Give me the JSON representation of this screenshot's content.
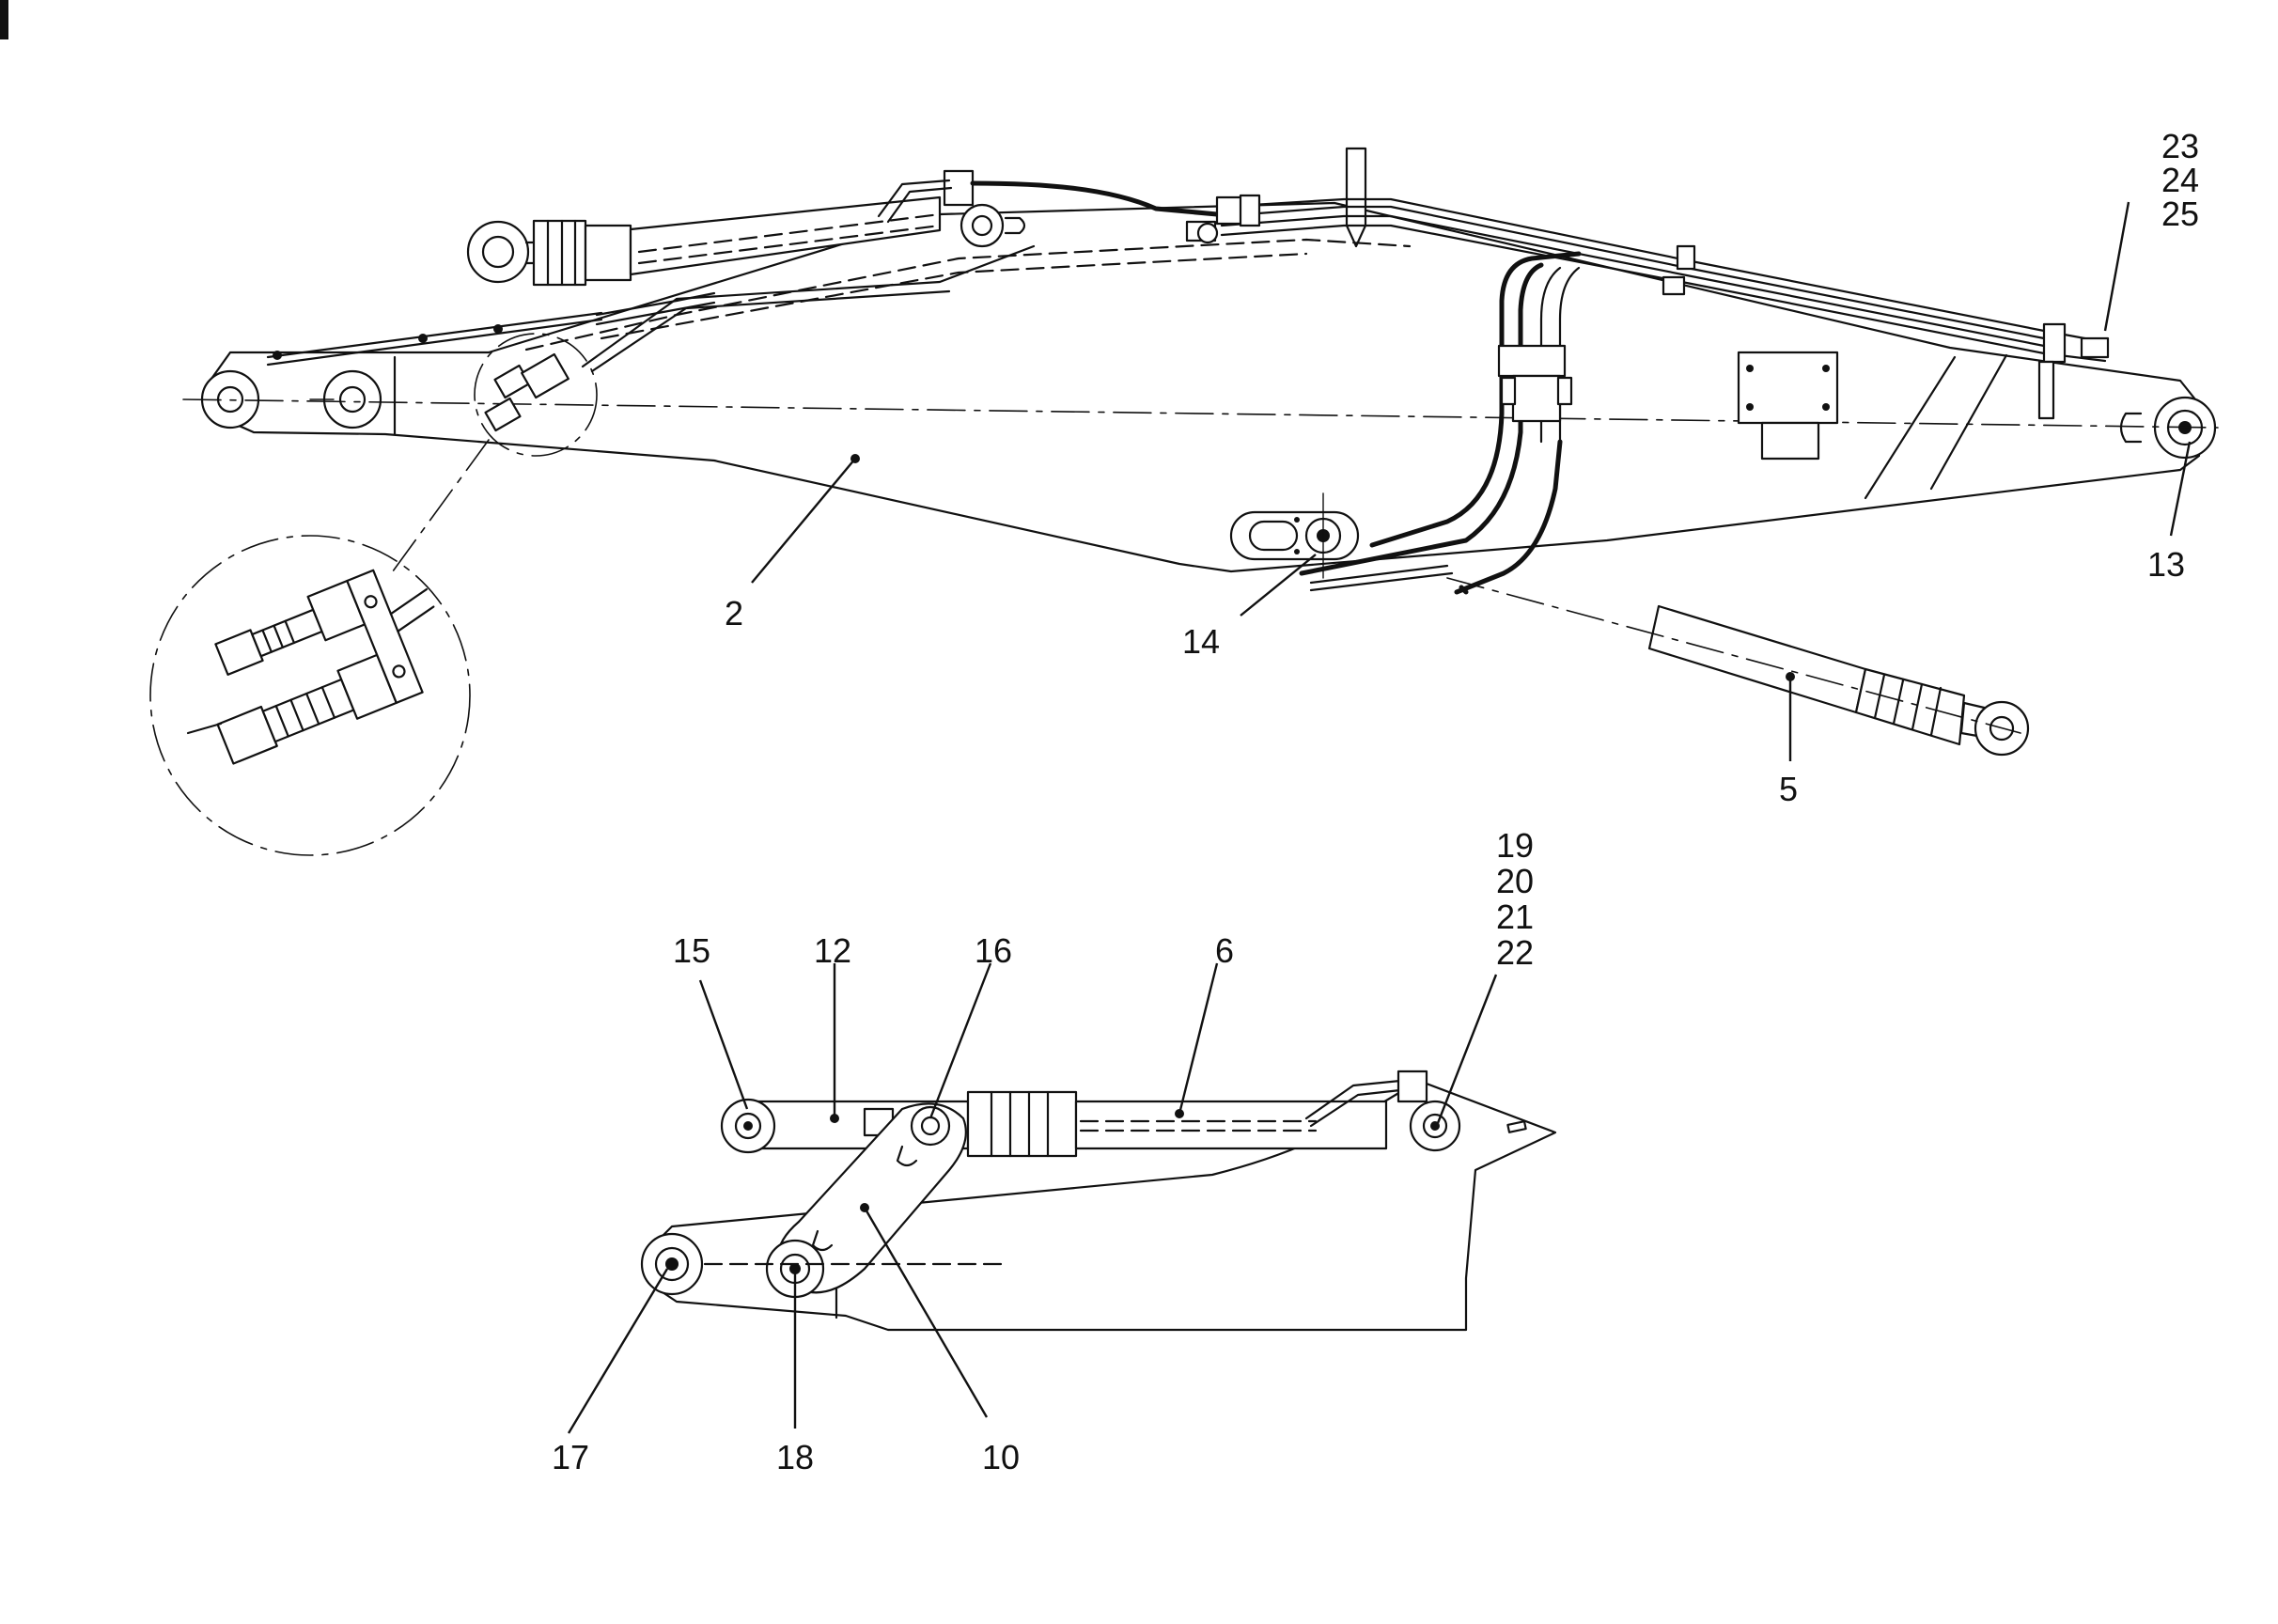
{
  "callouts": {
    "c2": "2",
    "c5": "5",
    "c6": "6",
    "c10": "10",
    "c12": "12",
    "c13": "13",
    "c14": "14",
    "c15": "15",
    "c16": "16",
    "c17": "17",
    "c18": "18",
    "c19": "19",
    "c20": "20",
    "c21": "21",
    "c22": "22",
    "c23": "23",
    "c24": "24",
    "c25": "25"
  }
}
